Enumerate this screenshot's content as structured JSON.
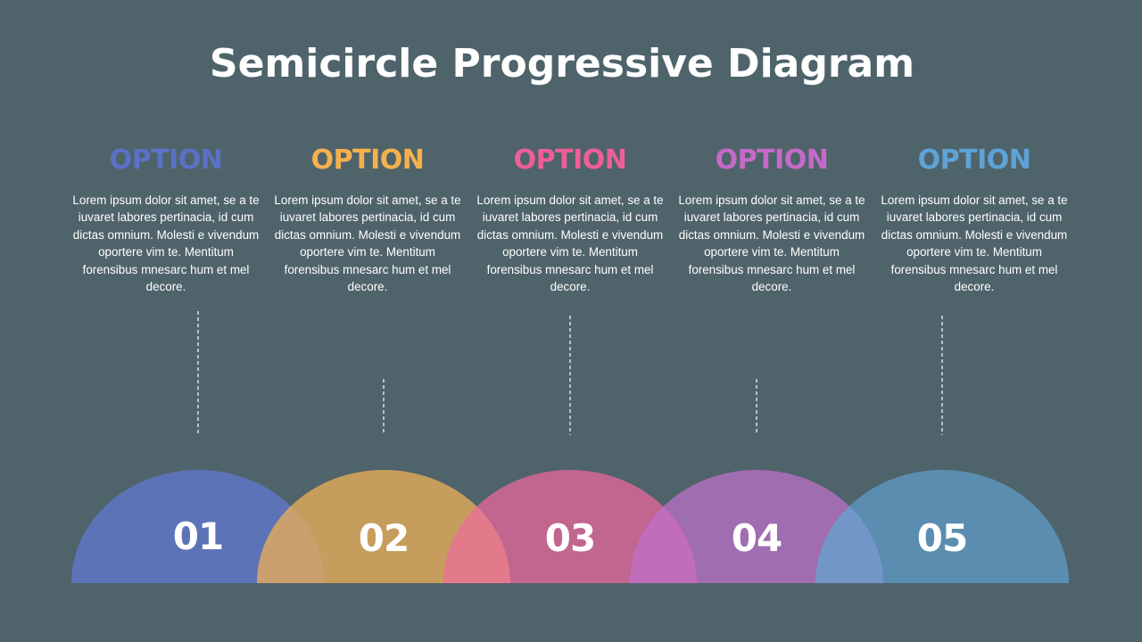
{
  "title": "Semicircle Progressive Diagram",
  "options": [
    {
      "heading": "OPTION",
      "number": "01",
      "color": "#5b71c6",
      "fill": "#5d73b8",
      "body": "Lorem ipsum dolor sit amet, se a te iuvaret labores pertinacia, id cum dictas omnium.  Molesti e vivendum oportere  vim te. Mentitum  forensibus mnesarc hum  et mel decore."
    },
    {
      "heading": "OPTION",
      "number": "02",
      "color": "#f5b04e",
      "fill": "#c69d5d",
      "body": "Lorem ipsum dolor sit amet, se a te iuvaret labores pertinacia, id cum dictas omnium.  Molesti e vivendum oportere  vim te. Mentitum  forensibus mnesarc hum  et mel decore."
    },
    {
      "heading": "OPTION",
      "number": "03",
      "color": "#ee5e98",
      "fill": "#c1668f",
      "body": "Lorem ipsum dolor sit amet, se a te iuvaret labores pertinacia, id cum dictas omnium.  Molesti e vivendum oportere  vim te. Mentitum  forensibus mnesarc hum  et mel decore."
    },
    {
      "heading": "OPTION",
      "number": "04",
      "color": "#c56ac8",
      "fill": "#a06db0",
      "body": "Lorem ipsum dolor sit amet, se a te iuvaret labores pertinacia, id cum dictas omnium.  Molesti e vivendum oportere  vim te. Mentitum  forensibus mnesarc hum  et mel decore."
    },
    {
      "heading": "OPTION",
      "number": "05",
      "color": "#5ea2d6",
      "fill": "#5b8db1",
      "body": "Lorem ipsum dolor sit amet, se a te iuvaret labores pertinacia, id cum dictas omnium.  Molesti e vivendum oportere  vim te. Mentitum  forensibus mnesarc hum  et mel decore."
    }
  ],
  "overlaps": [
    "#c9a06e",
    "#e27a8b",
    "#c26cbc",
    "#7396c8"
  ]
}
